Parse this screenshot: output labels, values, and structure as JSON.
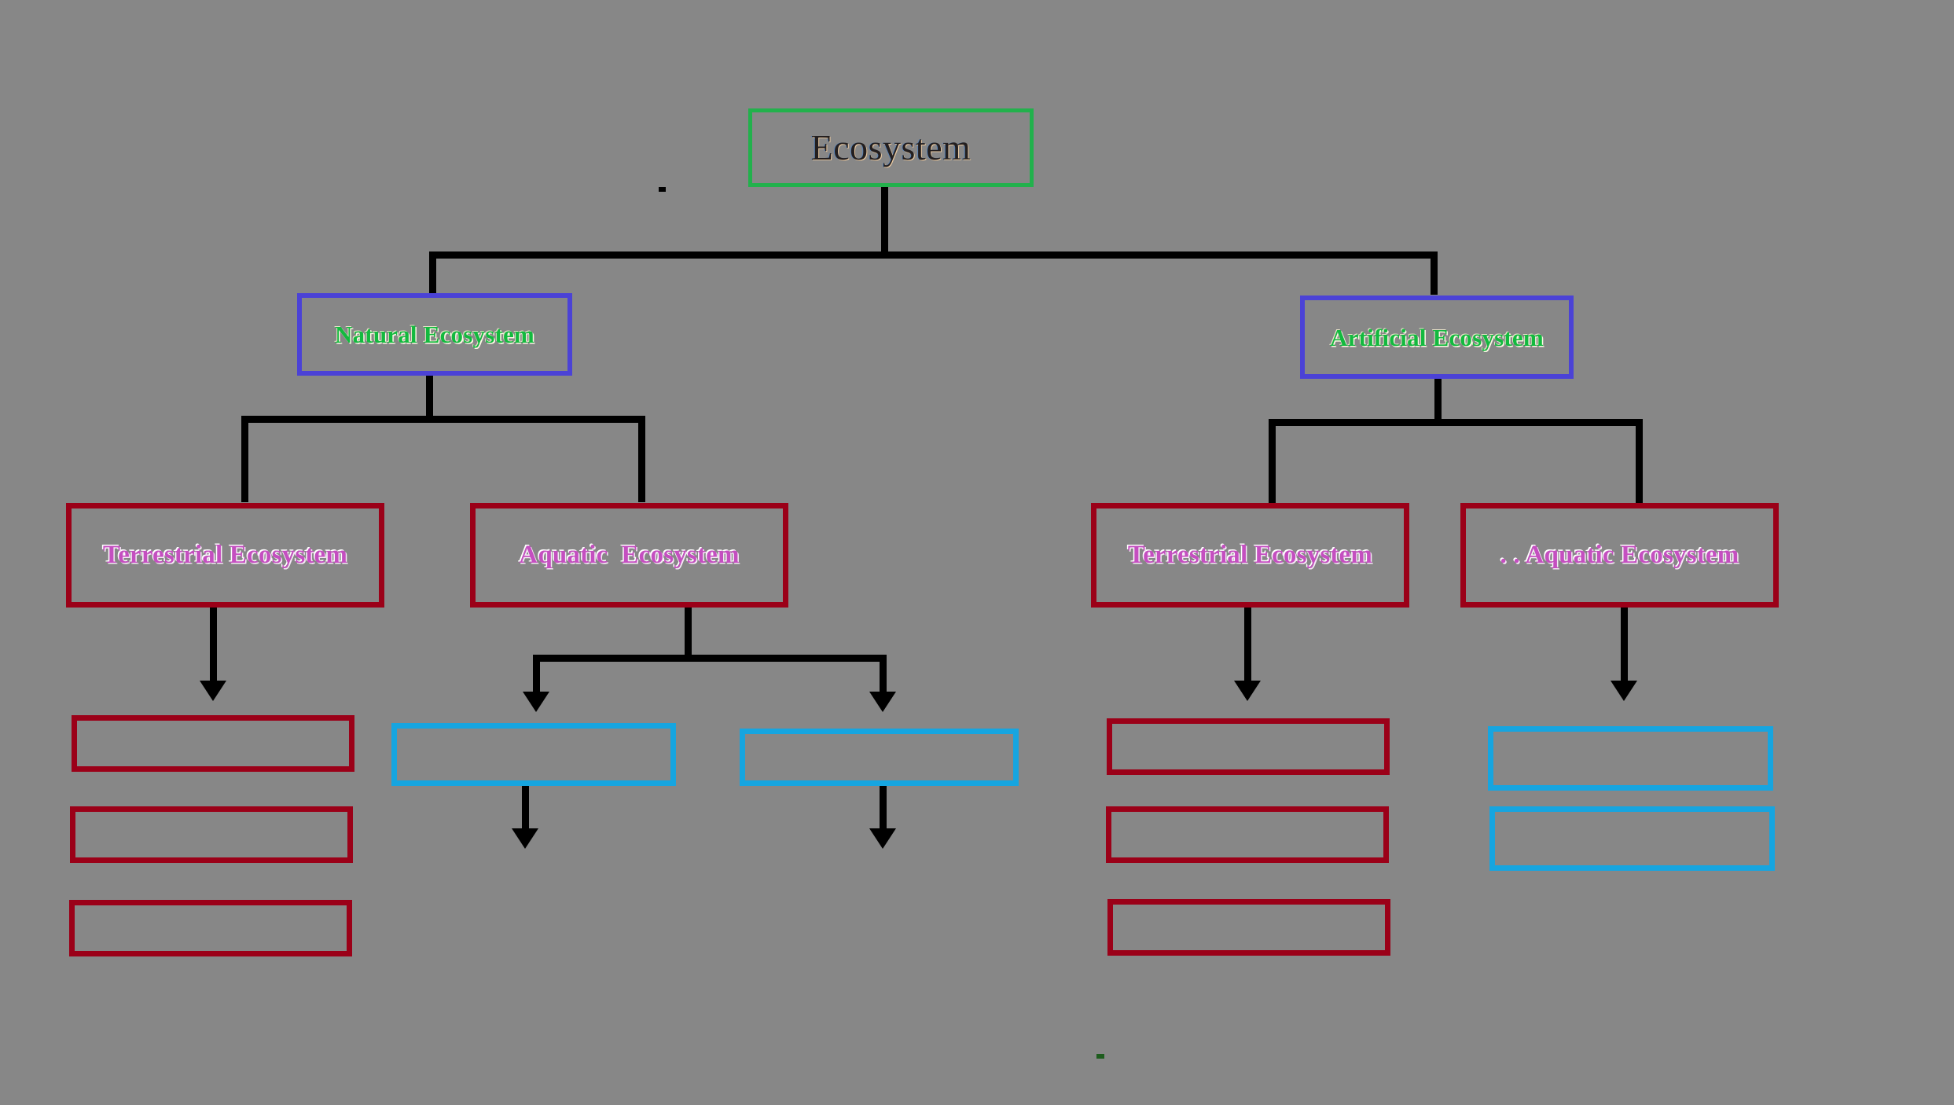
{
  "diagram": {
    "title_text": "Ecosystem",
    "background_color": "#878787",
    "type": "hierarchy-tree",
    "nodes": {
      "root": {
        "label": "Ecosystem",
        "border_color": "#22b14c",
        "text_color": "#231f20"
      },
      "natural": {
        "label": "Natural Ecosystem",
        "border_color": "#4b42d6",
        "text_color": "#13b93f"
      },
      "artificial": {
        "label": "Artificial Ecosystem",
        "border_color": "#4b42d6",
        "text_color": "#13b93f"
      },
      "natural_terrestrial": {
        "label": "Terrestrial Ecosystem",
        "border_color": "#9b0018",
        "text_color": "#c44fc0"
      },
      "natural_aquatic": {
        "label": "Aquatic  Ecosystem",
        "border_color": "#9b0018",
        "text_color": "#c44fc0"
      },
      "artificial_terrestrial": {
        "label": "Terrestrial Ecosystem",
        "border_color": "#9b0018",
        "text_color": "#c44fc0"
      },
      "artificial_aquatic": {
        "label": ". . Aquatic Ecosystem",
        "border_color": "#9b0018",
        "text_color": "#c44fc0"
      }
    },
    "leaf_boxes": {
      "natural_terrestrial_children": [
        {
          "label": "",
          "border_color": "#9b0018"
        },
        {
          "label": "",
          "border_color": "#9b0018"
        },
        {
          "label": "",
          "border_color": "#9b0018"
        }
      ],
      "natural_aquatic_children": [
        {
          "label": "",
          "border_color": "#16a5e0"
        },
        {
          "label": "",
          "border_color": "#16a5e0"
        }
      ],
      "artificial_terrestrial_children": [
        {
          "label": "",
          "border_color": "#9b0018"
        },
        {
          "label": "",
          "border_color": "#9b0018"
        },
        {
          "label": "",
          "border_color": "#9b0018"
        }
      ],
      "artificial_aquatic_children": [
        {
          "label": "",
          "border_color": "#16a5e0"
        },
        {
          "label": "",
          "border_color": "#16a5e0"
        }
      ]
    },
    "connector_color": "#000000"
  }
}
